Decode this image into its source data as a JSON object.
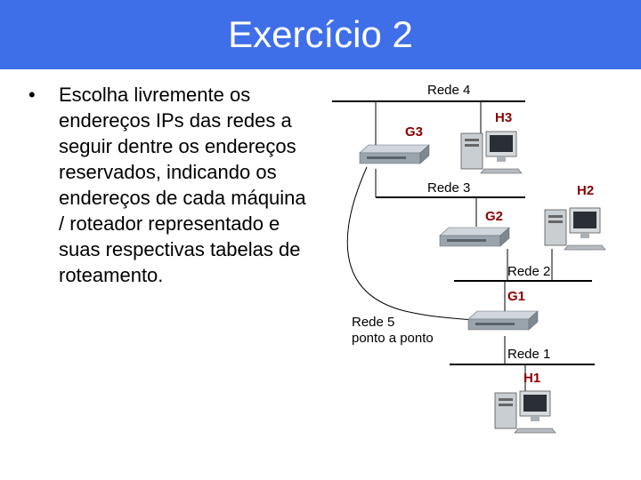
{
  "title": "Exercício 2",
  "bullet": {
    "marker": "•",
    "text": "Escolha livremente os endereços IPs das redes a seguir dentre os endereços reservados, indicando os endereços de cada máquina / roteador representado e suas respectivas tabelas de roteamento."
  },
  "diagram": {
    "networks": {
      "rede4": "Rede 4",
      "rede3": "Rede 3",
      "rede2": "Rede 2",
      "rede1": "Rede 1",
      "rede5_line1": "Rede 5",
      "rede5_line2": "ponto a ponto"
    },
    "nodes": {
      "g3": "G3",
      "g2": "G2",
      "g1": "G1",
      "h3": "H3",
      "h2": "H2",
      "h1": "H1"
    }
  },
  "colors": {
    "title_background": "#3f6fe8",
    "title_text": "#ffffff",
    "node_label": "#8b0000"
  }
}
